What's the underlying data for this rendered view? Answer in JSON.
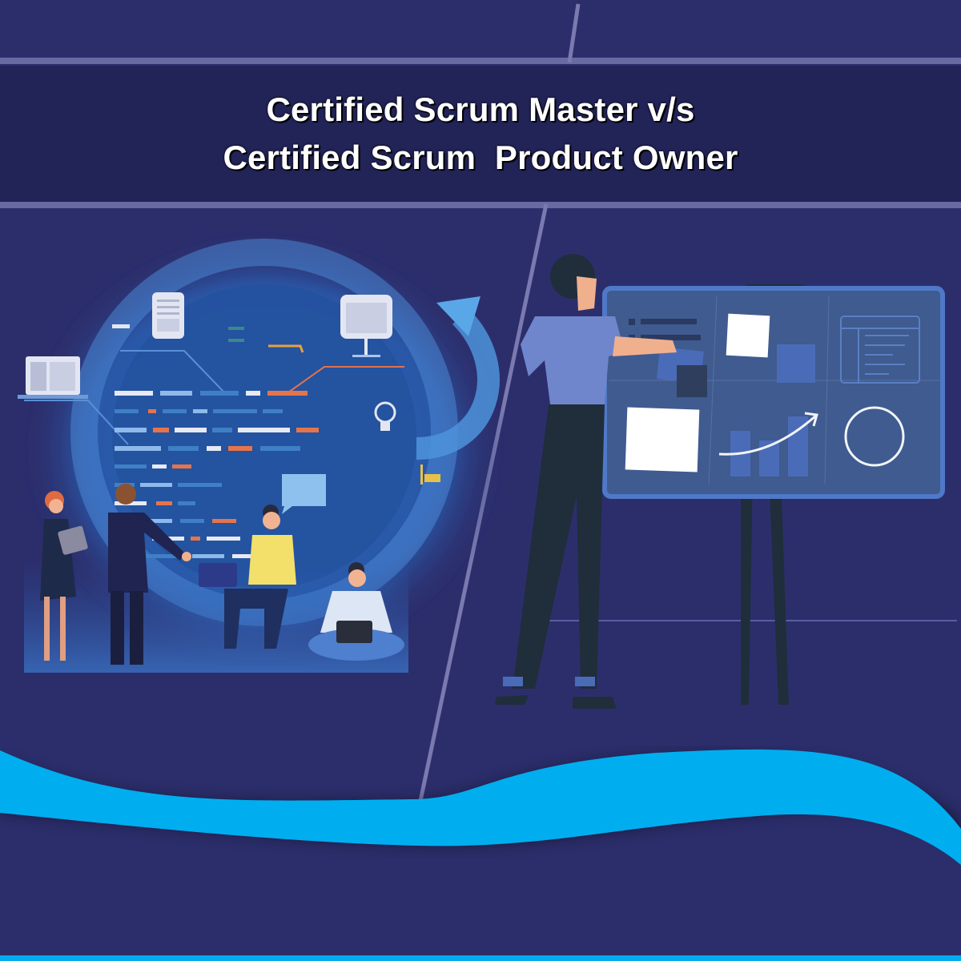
{
  "banner": {
    "title_line_1": "Certified Scrum Master v/s",
    "title_line_2": "Certified Scrum  Product Owner"
  },
  "illustrations": {
    "left": {
      "label": "scrum-master-team-illustration",
      "people_count": 4,
      "icons": [
        "laptop-icon",
        "document-icon",
        "monitor-icon",
        "lightbulb-icon",
        "cycle-arrow-icon",
        "chat-bubble-icon"
      ]
    },
    "right": {
      "label": "product-owner-board-illustration",
      "board_panels": [
        "list-panel",
        "sticky-notes-panel",
        "window-panel",
        "sticky-note-panel",
        "growth-chart-panel",
        "circle-panel"
      ]
    }
  },
  "colors": {
    "background": "#2c2e6c",
    "title_band": "#222458",
    "divider": "#6a6aa2",
    "wave": "#00aeef",
    "board": "#3f5b8f",
    "board_border": "#4f79c8"
  }
}
